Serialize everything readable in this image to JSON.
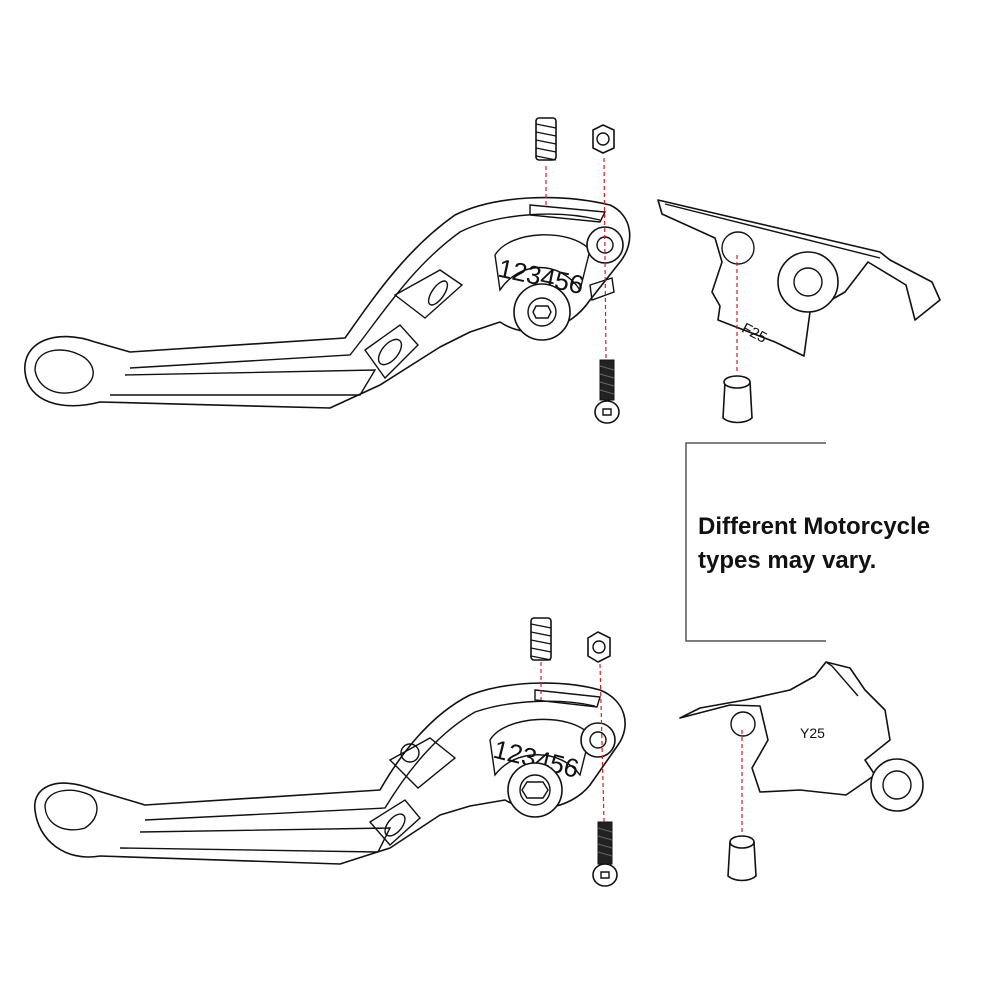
{
  "top_assembly": {
    "adjuster_numbers": "123456",
    "bracket_label": "F25"
  },
  "bottom_assembly": {
    "adjuster_numbers": "123456",
    "bracket_label": "Y25"
  },
  "note": {
    "line1": "Different Motorcycle",
    "line2": "types may vary."
  },
  "colors": {
    "outline": "#111111",
    "guide_line": "#d42020"
  }
}
